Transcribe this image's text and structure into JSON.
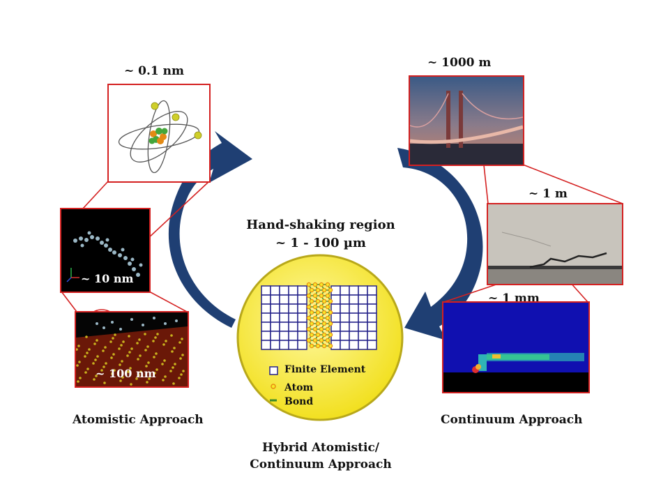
{
  "scales": {
    "atom": "~ 0.1 nm",
    "molecule": "~ 10 nm",
    "substrate": "~ 100 nm",
    "bridge": "~ 1000 m",
    "surface": "~ 1 m",
    "simulation": "~ 1 mm"
  },
  "center": {
    "title_line1": "Hand-shaking region",
    "title_line2": "~ 1 - 100 µm",
    "legend": {
      "finite_element": "Finite Element",
      "atom": "Atom",
      "bond": "Bond"
    }
  },
  "approaches": {
    "atomistic": "Atomistic Approach",
    "continuum": "Continuum Approach",
    "hybrid_line1": "Hybrid Atomistic/",
    "hybrid_line2": "Continuum Approach"
  },
  "colors": {
    "frame": "#d42020",
    "arrow": "#1f3f73",
    "circle_fill": "#f7ea2a",
    "circle_edge": "#b8a81a",
    "grid": "#25238a",
    "atom": "#e88a10",
    "bond": "#3a8a2a"
  }
}
